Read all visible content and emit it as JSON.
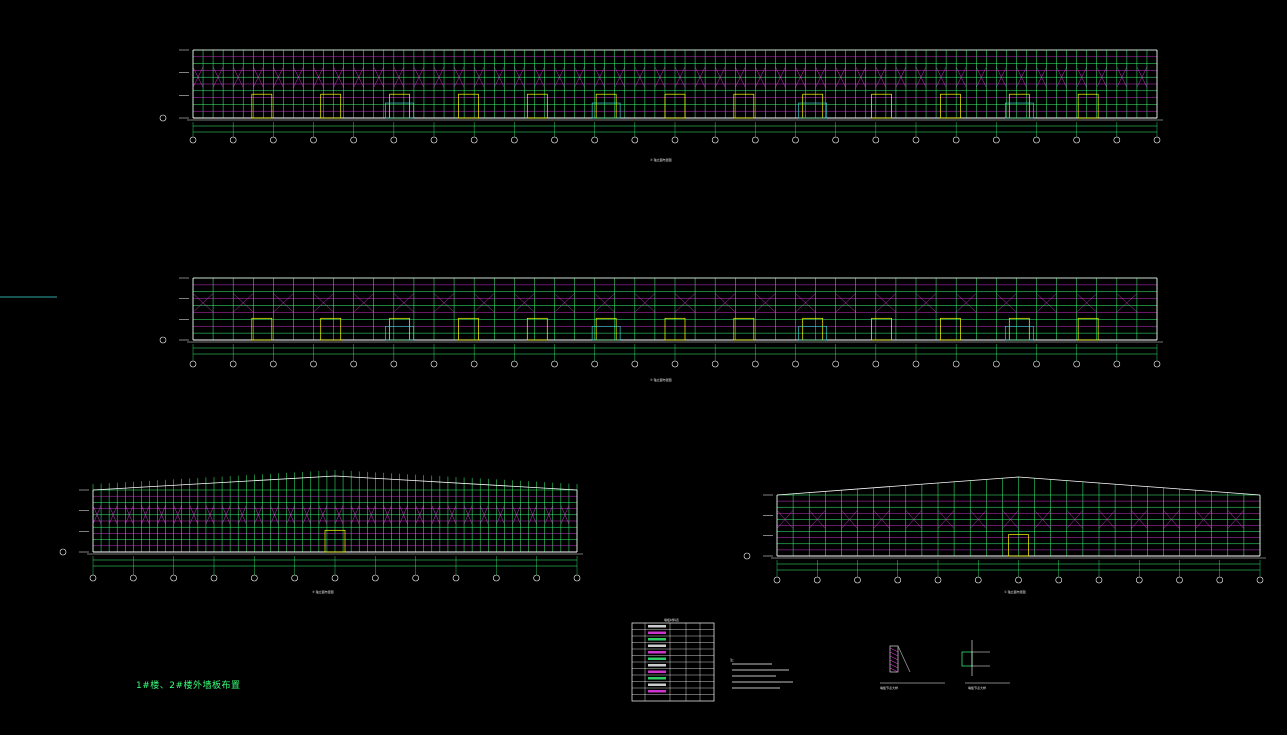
{
  "drawing": {
    "title": "1#楼、2#楼外墙板布置",
    "background": "#000000"
  },
  "elevations": [
    {
      "id": "elev-1",
      "caption": "④ 轴立面布置图",
      "axis_count": 25
    },
    {
      "id": "elev-2",
      "caption": "④ 轴立面布置图",
      "axis_count": 25
    },
    {
      "id": "elev-3",
      "caption": "③ 轴立面布置图",
      "axis_count": 13
    },
    {
      "id": "elev-4",
      "caption": "① 轴立面布置图",
      "axis_count": 13
    }
  ],
  "legend_table": {
    "caption": "墙板材料表"
  },
  "notes": {
    "caption": "注："
  },
  "details": [
    {
      "id": "detail-1",
      "caption": "墙板节点大样"
    },
    {
      "id": "detail-2",
      "caption": "墙板节点大样"
    }
  ],
  "colors": {
    "frame": "#ffffff",
    "grid_green": "#39ff7a",
    "bracing_magenta": "#ff40ff",
    "openings_yellow": "#ffff00",
    "cyan": "#40e0e0",
    "gray": "#9a9a9a"
  }
}
